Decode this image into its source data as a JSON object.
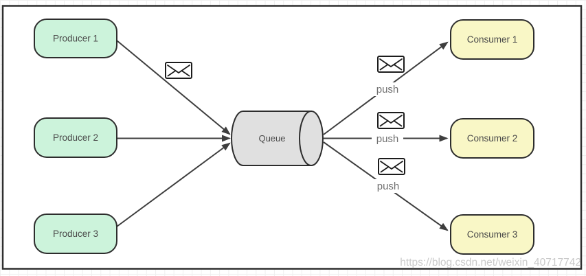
{
  "diagram": {
    "producers": [
      "Producer 1",
      "Producer 2",
      "Producer 3"
    ],
    "queue_label": "Queue",
    "consumers": [
      "Consumer 1",
      "Consumer 2",
      "Consumer 3"
    ],
    "push_labels": [
      "push",
      "push",
      "push"
    ],
    "icons": {
      "message": "envelope-icon"
    }
  },
  "watermark": "https://blog.csdn.net/weixin_40717742",
  "colors": {
    "producer_fill": "#ccf3db",
    "consumer_fill": "#f9f7c6",
    "queue_fill": "#e0e0e0",
    "node_stroke": "#2d2d2d",
    "edge_stroke": "#3e3e3e",
    "push_text": "#707070",
    "watermark_text": "#c5c5c5"
  }
}
